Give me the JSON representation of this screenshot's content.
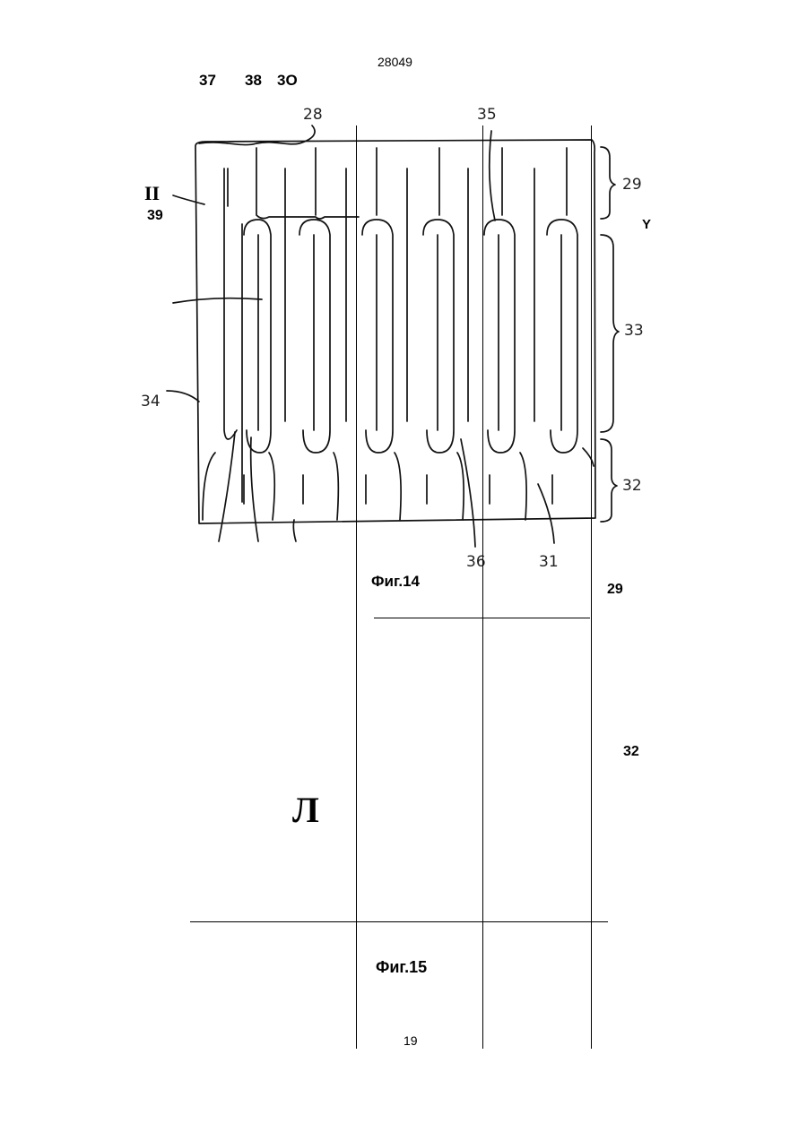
{
  "header": {
    "doc_number": "28049",
    "top_labels": [
      "37",
      "38",
      "3O"
    ]
  },
  "figure14": {
    "caption": "Фиг.14",
    "labels": {
      "l28": "28",
      "l35": "35",
      "l29": "29",
      "lY": "Y",
      "l33": "33",
      "l32": "32",
      "l34": "34",
      "l36": "36",
      "l31": "31",
      "lII": "II",
      "l39": "39"
    }
  },
  "figure15": {
    "caption": "Фиг.15",
    "glyph": "Л",
    "labels": {
      "l29": "29",
      "l32": "32"
    }
  },
  "footer": {
    "page_number": "19"
  }
}
